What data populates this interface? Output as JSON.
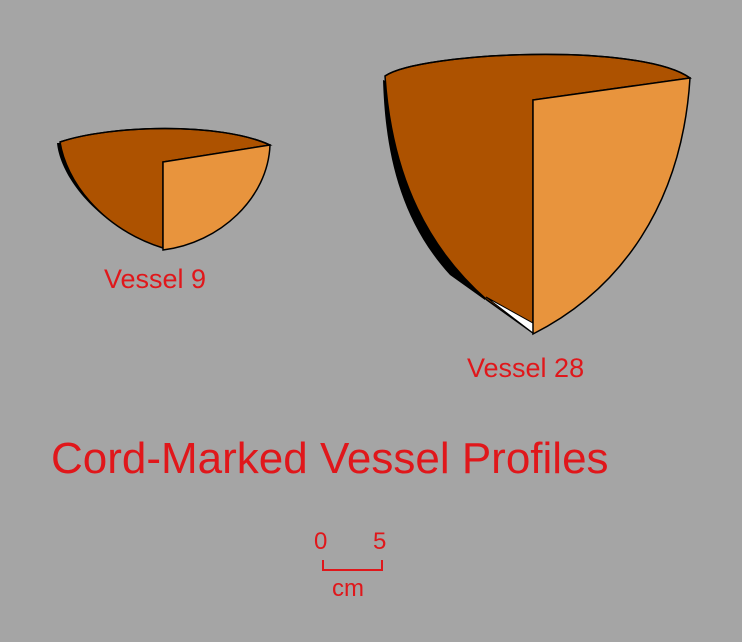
{
  "title": "Cord-Marked Vessel Profiles",
  "vessels": [
    {
      "label": "Vessel 9"
    },
    {
      "label": "Vessel 28"
    }
  ],
  "scale_bar": {
    "start": "0",
    "end": "5",
    "unit": "cm"
  },
  "colors": {
    "background": "#a5a5a5",
    "exterior": "#e8943d",
    "interior": "#ad5200",
    "shadow": "#000000",
    "text": "#e0171b"
  }
}
